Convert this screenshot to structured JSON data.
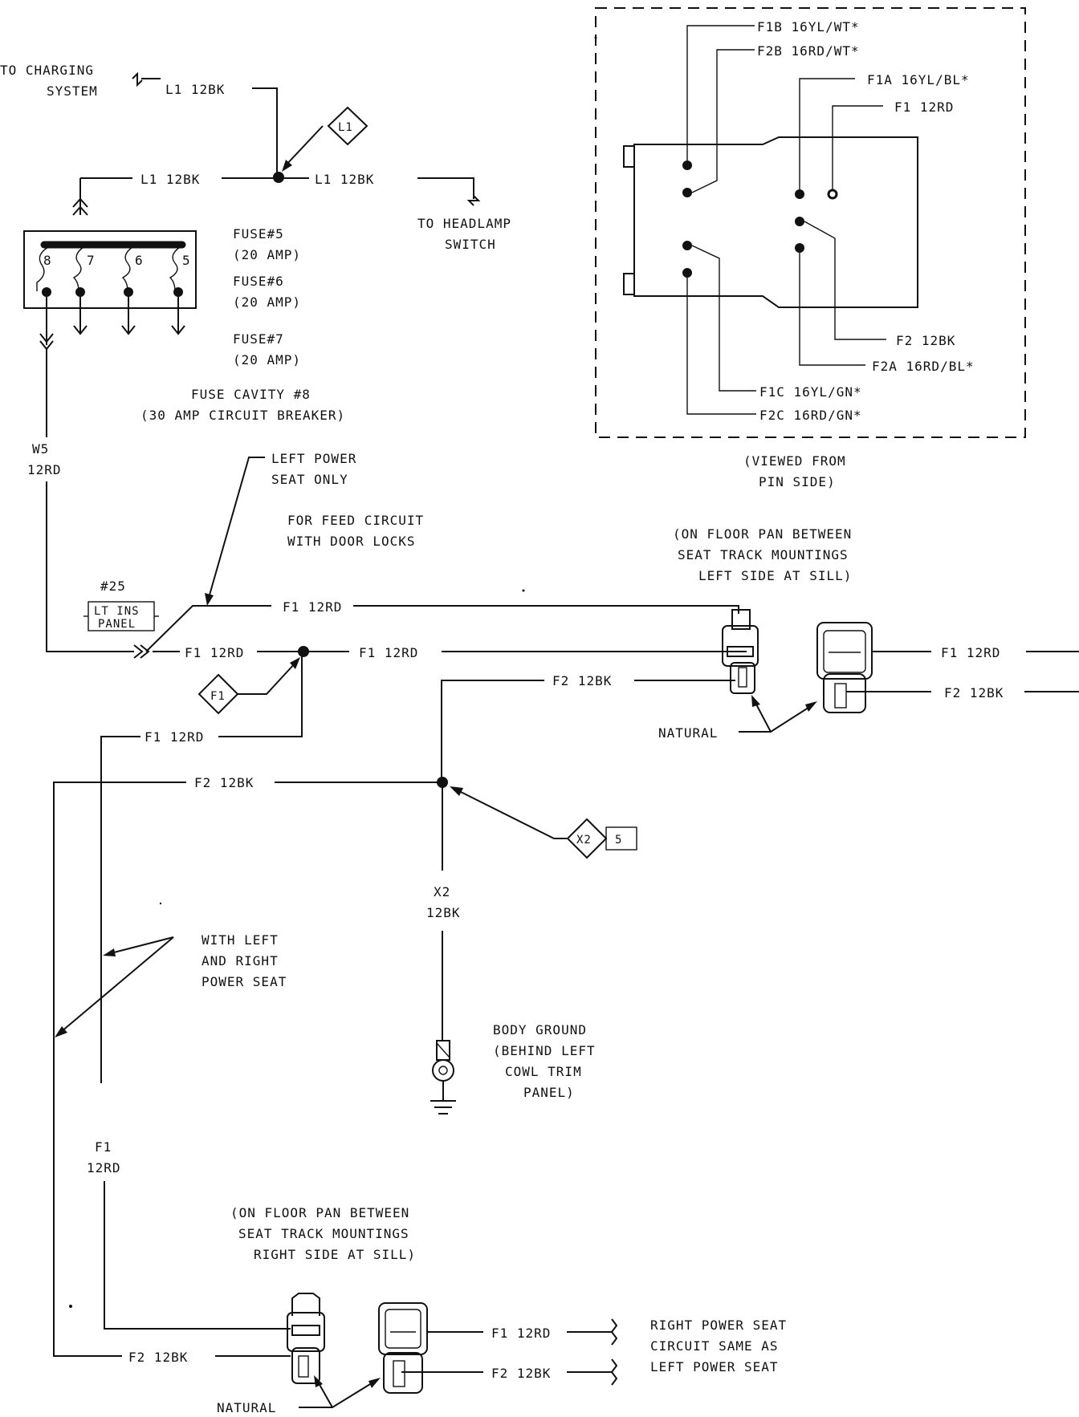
{
  "top": {
    "to_charging": [
      "TO CHARGING",
      "SYSTEM"
    ],
    "l1_top": "L1 12BK",
    "l1_left": "L1 12BK",
    "l1_right": "L1 12BK",
    "splice_l1": "L1",
    "to_headlamp": [
      "TO HEADLAMP",
      "SWITCH"
    ]
  },
  "fuse_block": {
    "numbers": [
      "8",
      "7",
      "6",
      "5"
    ],
    "fuse5": [
      "FUSE#5",
      "(20 AMP)"
    ],
    "fuse6": [
      "FUSE#6",
      "(20 AMP)"
    ],
    "fuse7": [
      "FUSE#7",
      "(20 AMP)"
    ],
    "cavity8": [
      "FUSE CAVITY #8",
      "(30 AMP CIRCUIT BREAKER)"
    ]
  },
  "connector_pin": {
    "labels": {
      "f1b": "F1B 16YL/WT*",
      "f2b": "F2B 16RD/WT*",
      "f1a": "F1A 16YL/BL*",
      "f1": "F1 12RD",
      "f2": "F2 12BK",
      "f2a": "F2A 16RD/BL*",
      "f1c": "F1C 16YL/GN*",
      "f2c": "F2C 16RD/GN*"
    },
    "viewed": [
      "(VIEWED FROM",
      "PIN SIDE)"
    ]
  },
  "middle": {
    "w5": [
      "W5",
      "12RD"
    ],
    "left_power_seat": [
      "LEFT POWER",
      "SEAT ONLY"
    ],
    "feed_circuit": [
      "FOR FEED CIRCUIT",
      "WITH DOOR LOCKS"
    ],
    "cavity25": "#25",
    "lt_ins_panel": [
      "LT INS",
      "PANEL"
    ],
    "f1_upper": "F1 12RD",
    "f1_lower_left": "F1 12RD",
    "f1_lower_right": "F1 12RD",
    "splice_f1": "F1",
    "f2_mid": "F2 12BK",
    "left_floor_pan": [
      "(ON FLOOR PAN BETWEEN",
      "SEAT TRACK MOUNTINGS",
      "LEFT SIDE AT SILL)"
    ],
    "right_f1": "F1 12RD",
    "right_f2": "F2 12BK",
    "natural": "NATURAL"
  },
  "lower": {
    "f1_drop": "F1 12RD",
    "f2_long": "F2 12BK",
    "splice_x2": "X2",
    "splice_x2_num": "5",
    "x2_wire": [
      "X2",
      "12BK"
    ],
    "with_left_right": [
      "WITH LEFT",
      "AND RIGHT",
      "POWER SEAT"
    ],
    "body_ground": [
      "BODY GROUND",
      "(BEHIND LEFT",
      "COWL TRIM",
      "PANEL)"
    ],
    "f1_vertical": [
      "F1",
      "12RD"
    ]
  },
  "bottom": {
    "right_floor_pan": [
      "(ON FLOOR PAN BETWEEN",
      "SEAT TRACK MOUNTINGS",
      "RIGHT SIDE AT SILL)"
    ],
    "f2_left": "F2 12BK",
    "f1_right": "F1 12RD",
    "f2_right": "F2 12BK",
    "natural": "NATURAL",
    "note": [
      "RIGHT POWER SEAT",
      "CIRCUIT SAME AS",
      "LEFT POWER SEAT"
    ]
  }
}
